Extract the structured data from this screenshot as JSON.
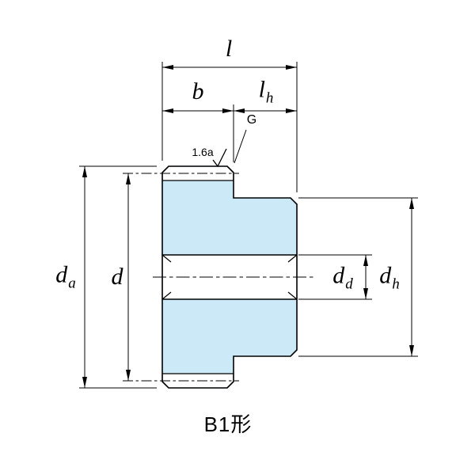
{
  "drawing": {
    "caption": "B1形",
    "dimensions": {
      "total_length": "l",
      "face_width": "b",
      "hub_length": {
        "main": "l",
        "sub": "h"
      },
      "outside_diameter": {
        "main": "d",
        "sub": "a"
      },
      "pitch_diameter": "d",
      "bore_diameter": {
        "main": "d",
        "sub": "d"
      },
      "hub_diameter": {
        "main": "d",
        "sub": "h"
      }
    },
    "annotations": {
      "g_label": "G",
      "surface_roughness": "1.6a"
    },
    "colors": {
      "part_fill": "#cbe9f6",
      "line": "#000000",
      "background": "#ffffff"
    }
  }
}
